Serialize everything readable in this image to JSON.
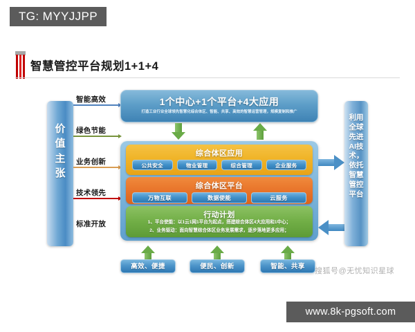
{
  "badge": {
    "text": "TG: MYYJJPP"
  },
  "title": {
    "text": "智慧管控平台规划1+1+4"
  },
  "header": {
    "title": "1个中心+1个平台+4大应用",
    "subtitle": "打造工业行业全球领先智慧化综合体区、智能、共享、高效的智慧运营管理，规模复制和推广"
  },
  "left": {
    "pillar": [
      "价",
      "值",
      "主",
      "张"
    ],
    "items": [
      {
        "label": "智能高效",
        "line_color": "#4f81bd"
      },
      {
        "label": "绿色节能",
        "line_color": "#77933c"
      },
      {
        "label": "业务创新",
        "line_color": "#d99c52"
      },
      {
        "label": "技术领先",
        "line_color": "#c00000"
      },
      {
        "label": "标准开放",
        "line_color": ""
      }
    ]
  },
  "right": {
    "pillar": [
      "利用",
      "全球",
      "先进",
      "AI技",
      "术，",
      "依托",
      "智慧",
      "管控",
      "平台"
    ]
  },
  "bands": [
    {
      "name": "application",
      "title": "综合体区应用",
      "color": "#f0b429",
      "chips": [
        "公共安全",
        "物业管理",
        "综合管理",
        "企业服务"
      ]
    },
    {
      "name": "platform",
      "title": "综合体区平台",
      "color": "#e8742a",
      "chips": [
        "万物互联",
        "数据使能",
        "云服务"
      ]
    }
  ],
  "plan": {
    "title": "行动计划",
    "color": "#71ae46",
    "lines": [
      "1、平台使能：以1云1网1平台为起点，搭建综合体区4大应用和1中心；",
      "2、业务驱动：面向智慧综合体区业务发展需求，逐步落地更多应用；"
    ]
  },
  "bottom_tags": [
    "高效、便捷",
    "便民、创新",
    "智能、共享"
  ],
  "watermark": {
    "text": "搜狐号@无忧知识星球"
  },
  "footer": {
    "text": "www.8k-pgsoft.com"
  },
  "colors": {
    "badge_bg": "#5b5b5b",
    "title_accent": "#c00000",
    "blue_arrow": "#4b90c6",
    "green_arrow": "#6aab47"
  }
}
